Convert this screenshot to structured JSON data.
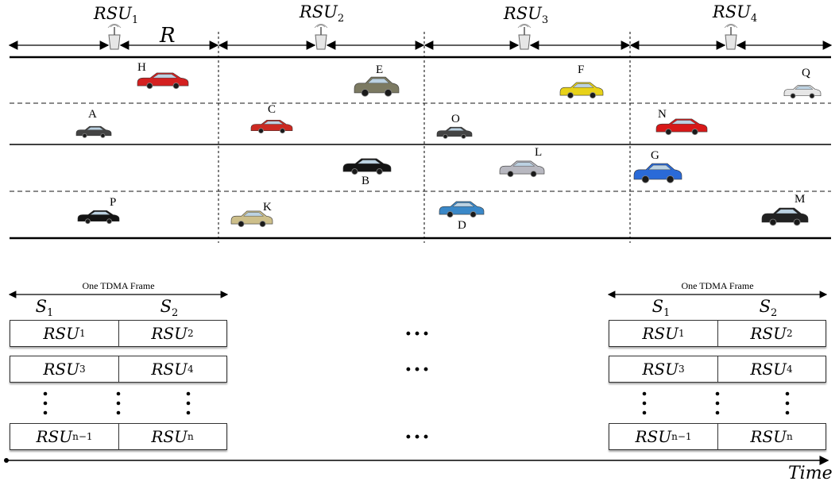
{
  "highway": {
    "rsus": [
      {
        "base": "RSU",
        "sub": "1"
      },
      {
        "base": "RSU",
        "sub": "2"
      },
      {
        "base": "RSU",
        "sub": "3"
      },
      {
        "base": "RSU",
        "sub": "4"
      }
    ],
    "range_label": "R",
    "vehicles": [
      {
        "label": "H",
        "color": "#d42020"
      },
      {
        "label": "E",
        "color": "#7c7a62"
      },
      {
        "label": "F",
        "color": "#e8d218"
      },
      {
        "label": "Q",
        "color": "#e6e6e6"
      },
      {
        "label": "A",
        "color": "#444444"
      },
      {
        "label": "C",
        "color": "#cc2a22"
      },
      {
        "label": "O",
        "color": "#444444"
      },
      {
        "label": "N",
        "color": "#d81818"
      },
      {
        "label": "B",
        "color": "#141414"
      },
      {
        "label": "L",
        "color": "#b8b8c0"
      },
      {
        "label": "G",
        "color": "#2a6ad8"
      },
      {
        "label": "P",
        "color": "#141414"
      },
      {
        "label": "K",
        "color": "#cdbf8a"
      },
      {
        "label": "D",
        "color": "#3a88c8"
      },
      {
        "label": "M",
        "color": "#222222"
      }
    ]
  },
  "tdma": {
    "frame_label": "One TDMA Frame",
    "slots": [
      {
        "base": "S",
        "sub": "1"
      },
      {
        "base": "S",
        "sub": "2"
      }
    ],
    "rows": [
      [
        {
          "base": "RSU",
          "sub": "1"
        },
        {
          "base": "RSU",
          "sub": "2"
        }
      ],
      [
        {
          "base": "RSU",
          "sub": "3"
        },
        {
          "base": "RSU",
          "sub": "4"
        }
      ],
      [
        {
          "base": "RSU",
          "sub": "n−1"
        },
        {
          "base": "RSU",
          "sub": "n"
        }
      ]
    ],
    "ellipsis": "···",
    "time_label": "Time"
  }
}
